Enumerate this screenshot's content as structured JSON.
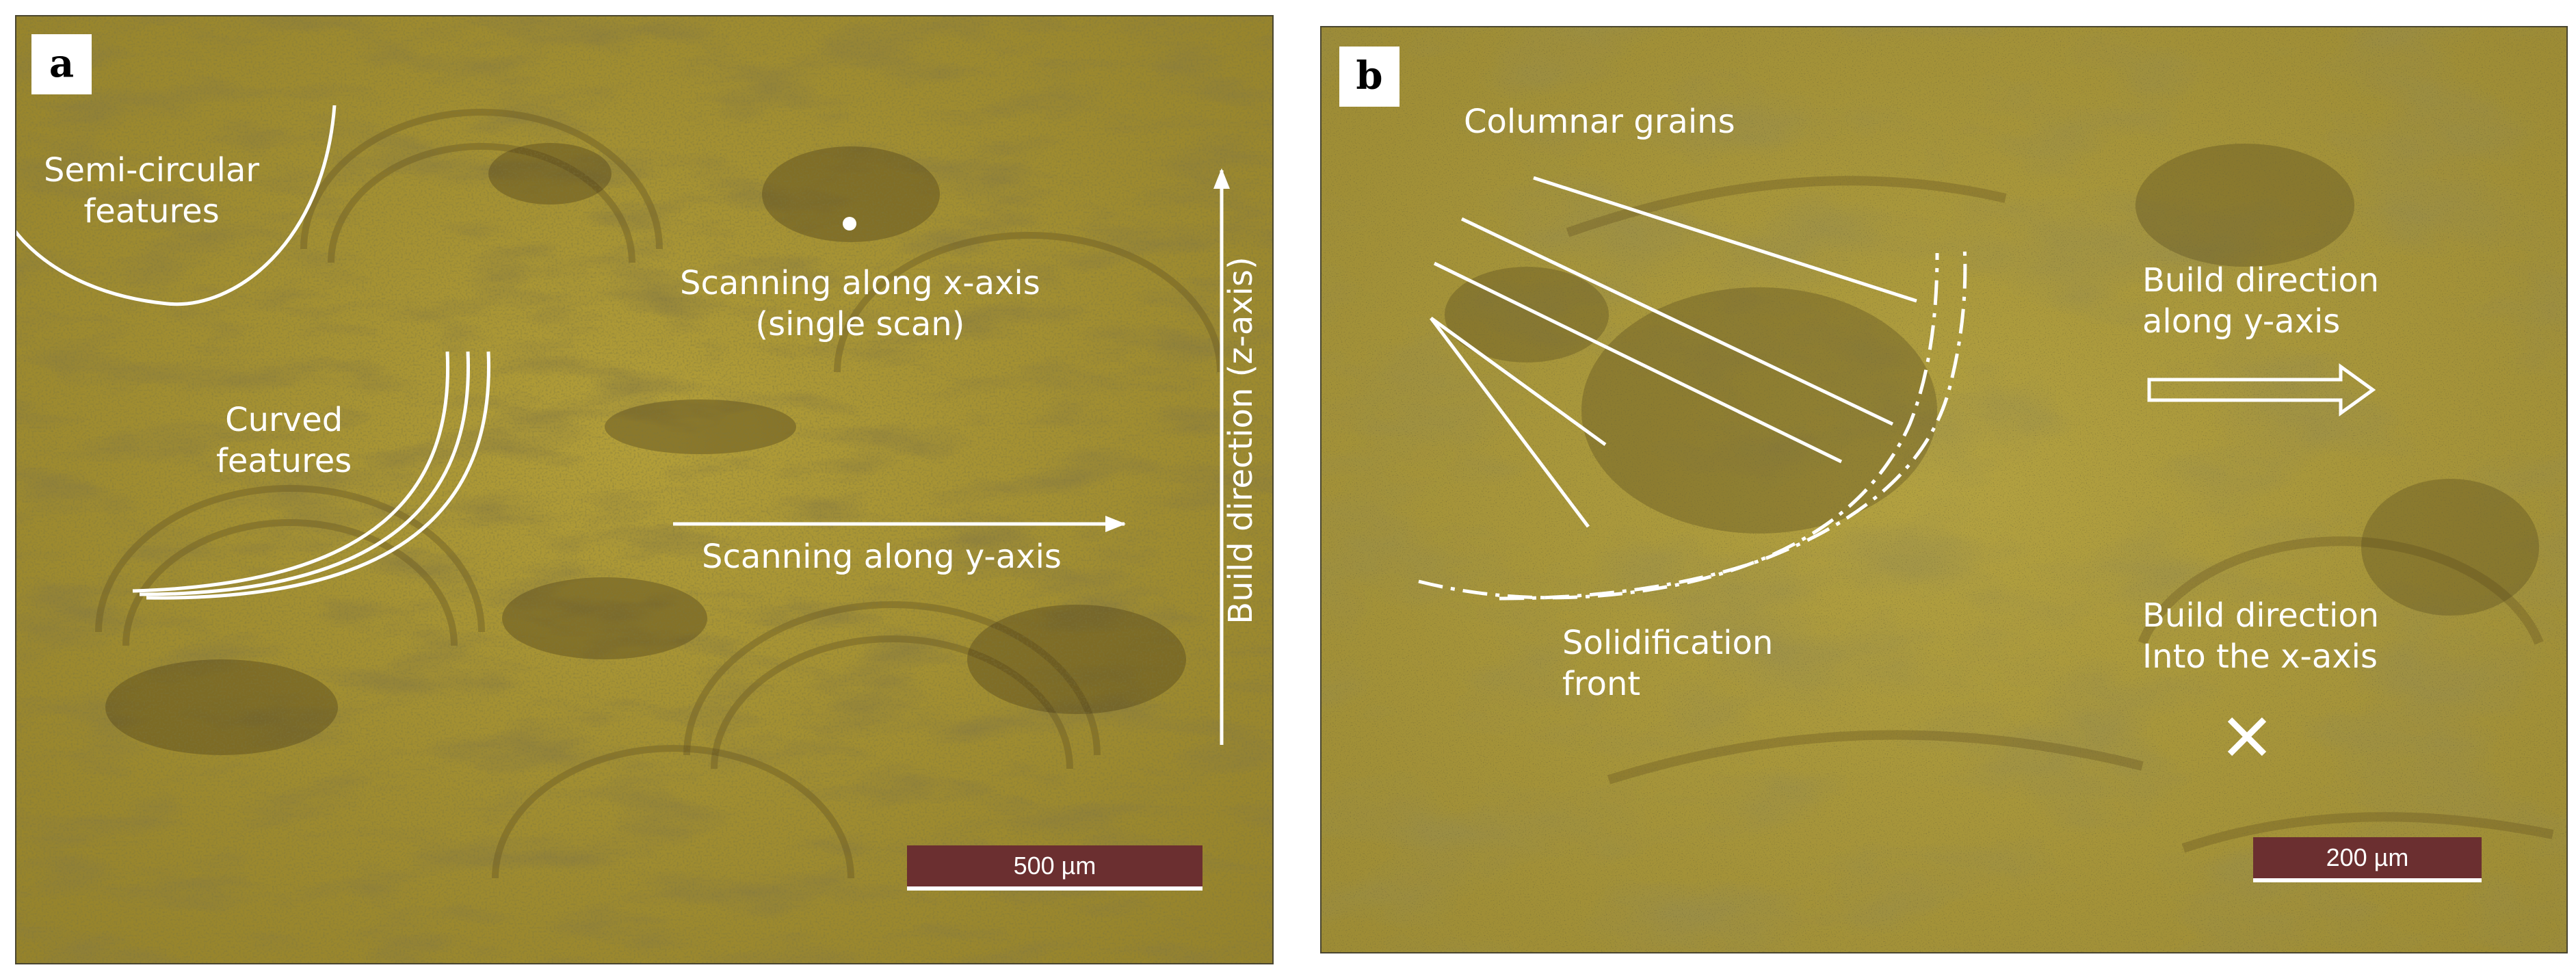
{
  "figure": {
    "panel_a": {
      "letter": "a",
      "labels": {
        "semi_circular": [
          "Semi-circular",
          "features"
        ],
        "scanning_x": [
          "Scanning along x-axis",
          "(single scan)"
        ],
        "curved": [
          "Curved",
          "features"
        ],
        "scanning_y": "Scanning along y-axis",
        "build_z": "Build direction (z-axis)"
      },
      "scale_bar": "500 µm"
    },
    "panel_b": {
      "letter": "b",
      "labels": {
        "columnar": "Columnar grains",
        "build_y": [
          "Build direction",
          "along y-axis"
        ],
        "solidification": [
          "Solidification",
          "front"
        ],
        "build_x": [
          "Build direction",
          "Into the x-axis"
        ]
      },
      "scale_bar": "200 µm"
    },
    "colors": {
      "micrograph_base": "#a89530",
      "micrograph_dark": "#5c4a1c",
      "annotation": "#ffffff",
      "scale_bar_fill": "#6b2f30"
    }
  }
}
